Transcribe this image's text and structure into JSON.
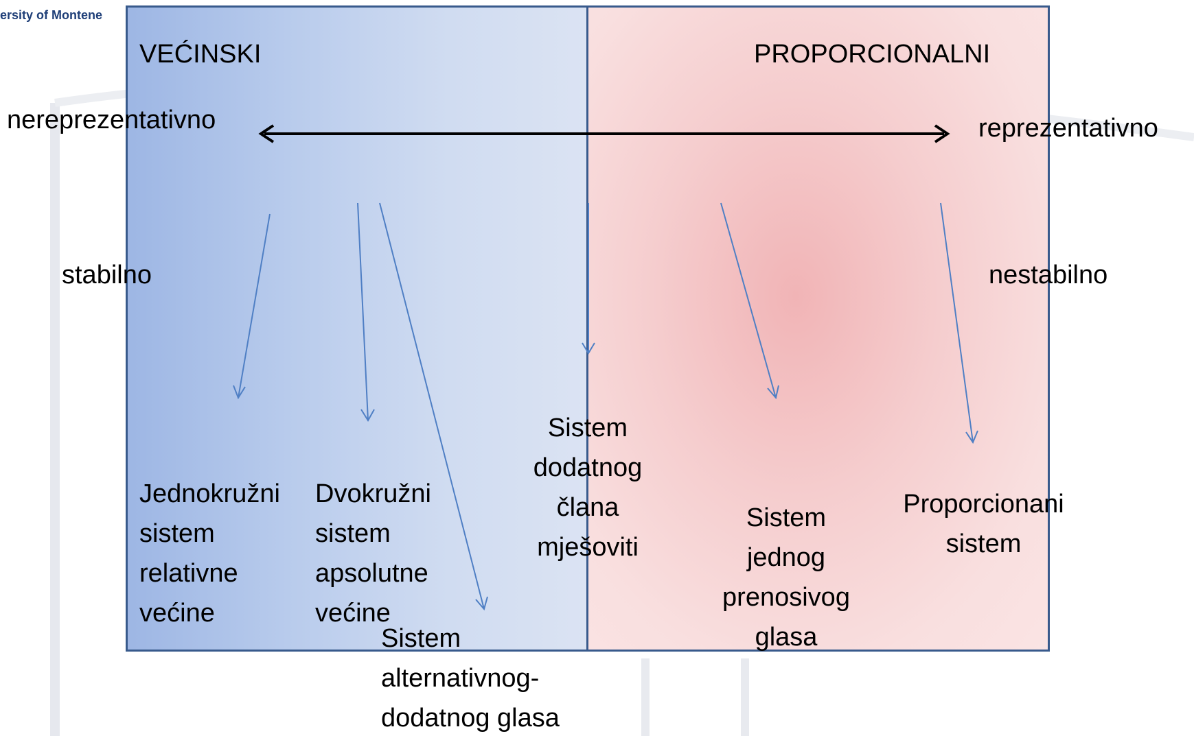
{
  "logo": {
    "text": "ersity of Montene"
  },
  "panels": {
    "left_title": "VEĆINSKI",
    "right_title": "PROPORCIONALNI"
  },
  "scale": {
    "left_label": "nereprezentativno",
    "right_label": "reprezentativno",
    "stable_label": "stabilno",
    "unstable_label": "nestabilno"
  },
  "systems": {
    "first_past_post": "Jednokružni\nsistem\nrelativne\nvećine",
    "two_round": "Dvokružni\nsistem\napsolutne\nvećine",
    "alternative_vote": "Sistem\nalternativnog-\ndodatnog glasa",
    "mixed_member": "Sistem\ndodatnog\nčlana\nmješoviti",
    "single_transferable": "Sistem\njednog\nprenosivog\nglasa",
    "proportional": "Proporcionani\nsistem"
  },
  "colors": {
    "frame": "#385a8c",
    "arrow_blue": "#4f7fc4",
    "left_panel": "#b8cbec",
    "right_panel": "#f5cdce"
  }
}
